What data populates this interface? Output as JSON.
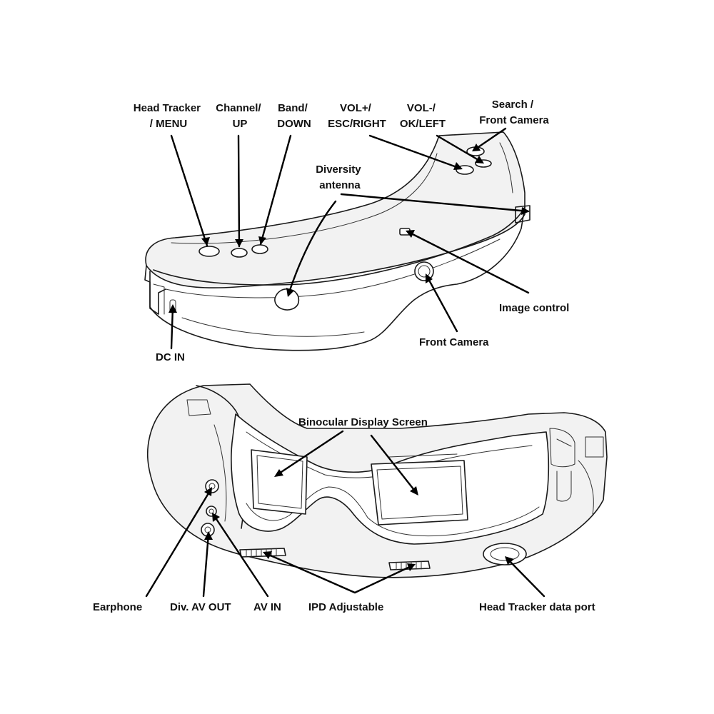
{
  "labels": {
    "head_tracker_menu": [
      "Head Tracker",
      "/ MENU"
    ],
    "channel_up": [
      "Channel/",
      "UP"
    ],
    "band_down": [
      "Band/",
      "DOWN"
    ],
    "vol_plus": [
      "VOL+/",
      "ESC/RIGHT"
    ],
    "vol_minus": [
      "VOL-/",
      "OK/LEFT"
    ],
    "search": [
      "Search /",
      "Front Camera"
    ],
    "diversity_antenna": [
      "Diversity",
      "antenna"
    ],
    "image_control": "Image control",
    "front_camera": "Front Camera",
    "dc_in": "DC IN",
    "binocular_display": "Binocular Display Screen",
    "earphone": "Earphone",
    "div_av_out": "Div. AV OUT",
    "av_in": "AV IN",
    "ipd_adjustable": "IPD Adjustable",
    "head_tracker_port": "Head Tracker data port"
  },
  "colors": {
    "line": "#1a1a1a",
    "text": "#111111",
    "background": "#ffffff"
  }
}
